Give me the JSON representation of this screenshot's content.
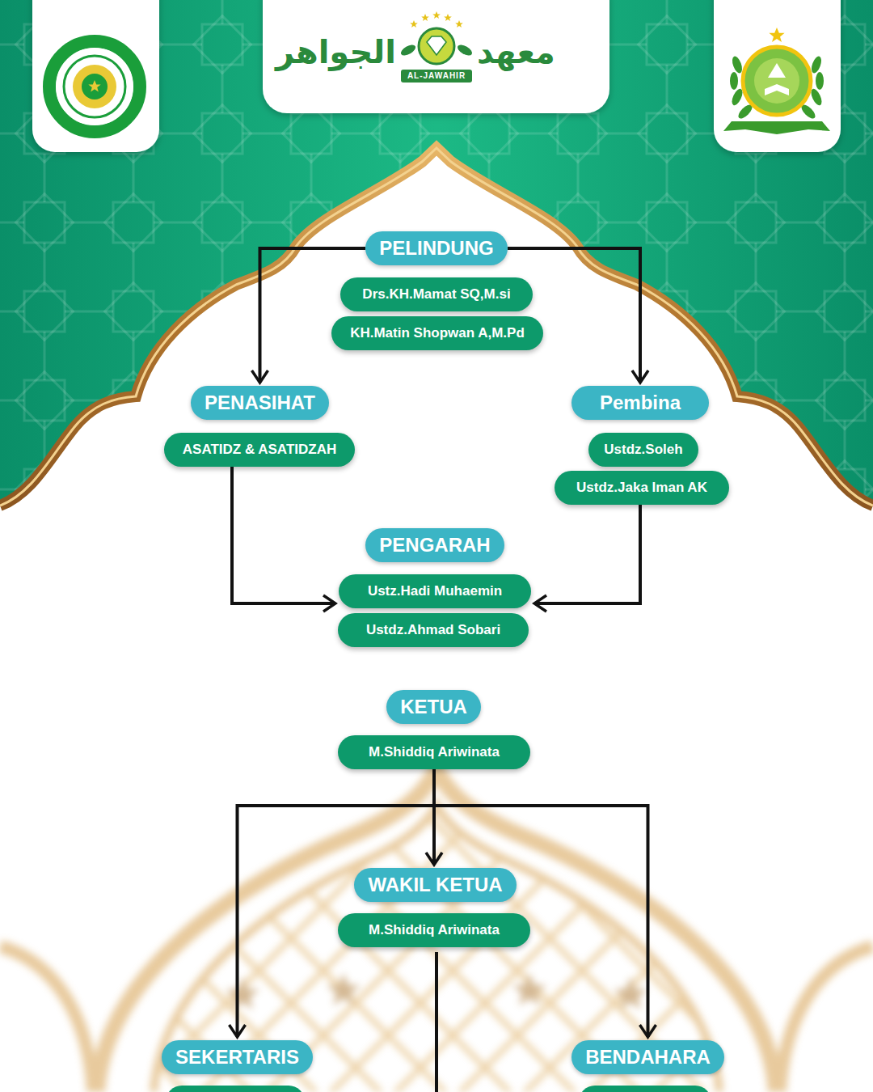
{
  "diagram": {
    "nodes": [
      {
        "text": [
          "PELINDUNG"
        ]
      },
      {
        "text": [
          "Drs.KH.Mamat SQ,M.si"
        ]
      },
      {
        "text": [
          "KH.Matin Shopwan A,M.Pd"
        ]
      },
      {
        "text": [
          "PENASIHAT"
        ]
      },
      {
        "text": [
          "ASATIDZ & ASATIDZAH"
        ]
      },
      {
        "text": [
          "Pembina"
        ]
      },
      {
        "text": [
          "Ustdz.Soleh"
        ]
      },
      {
        "text": [
          "Ustdz.Jaka Iman AK"
        ]
      },
      {
        "text": [
          "PENGARAH"
        ]
      },
      {
        "text": [
          "Ustz.Hadi Muhaemin"
        ]
      },
      {
        "text": [
          "Ustdz.Ahmad Sobari"
        ]
      },
      {
        "text": [
          "KETUA"
        ]
      },
      {
        "text": [
          "M.Shiddiq Ariwinata"
        ]
      },
      {
        "text": [
          "WAKIL KETUA"
        ]
      },
      {
        "text": [
          "M.Shiddiq Ariwinata"
        ]
      },
      {
        "text": [
          "SEKERTARIS"
        ]
      },
      {
        "text": [
          "BENDAHARA"
        ]
      }
    ],
    "edges": [
      {
        "from": 0,
        "to": 3,
        "arrow": "to"
      },
      {
        "from": 0,
        "to": 5,
        "arrow": "to"
      },
      {
        "from": 4,
        "to": 9,
        "arrow": "to"
      },
      {
        "from": 7,
        "to": 9,
        "arrow": "to"
      },
      {
        "from": 12,
        "to": 13,
        "arrow": "to"
      },
      {
        "from": 12,
        "to": 15,
        "arrow": "to"
      },
      {
        "from": 12,
        "to": 16,
        "arrow": "to"
      }
    ],
    "labels": [
      "الجواهر",
      "معهد",
      "AL-JAWAHIR"
    ]
  }
}
